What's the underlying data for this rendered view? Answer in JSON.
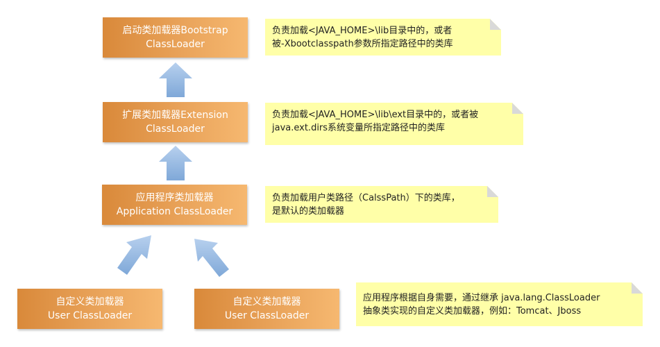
{
  "loaders": {
    "bootstrap": {
      "line1": "启动类加载器Bootstrap",
      "line2": "ClassLoader"
    },
    "extension": {
      "line1": "扩展类加载器Extension",
      "line2": "ClassLoader"
    },
    "application": {
      "line1": "应用程序类加载器",
      "line2": "Application ClassLoader"
    },
    "user1": {
      "line1": "自定义类加载器",
      "line2": "User ClassLoader"
    },
    "user2": {
      "line1": "自定义类加载器",
      "line2": "User ClassLoader"
    }
  },
  "notes": {
    "bootstrap": {
      "line1": "负责加载<JAVA_HOME>\\lib目录中的，或者",
      "line2": "被-Xbootclasspath参数所指定路径中的类库"
    },
    "extension": {
      "line1": "负责加载<JAVA_HOME>\\lib\\ext目录中的，或者被",
      "line2": "java.ext.dirs系统变量所指定路径中的类库"
    },
    "application": {
      "line1": "负责加载用户类路径（CalssPath）下的类库，",
      "line2": "是默认的类加载器"
    },
    "user": {
      "line1": "应用程序根据自身需要，通过继承 java.lang.ClassLoader",
      "line2": "抽象类实现的自定义类加载器，例如：Tomcat、Jboss"
    }
  },
  "colors": {
    "box_start": "#d9893a",
    "box_end": "#f6b870",
    "note_bg": "#ffffa8",
    "arrow": "#8fb4de"
  }
}
